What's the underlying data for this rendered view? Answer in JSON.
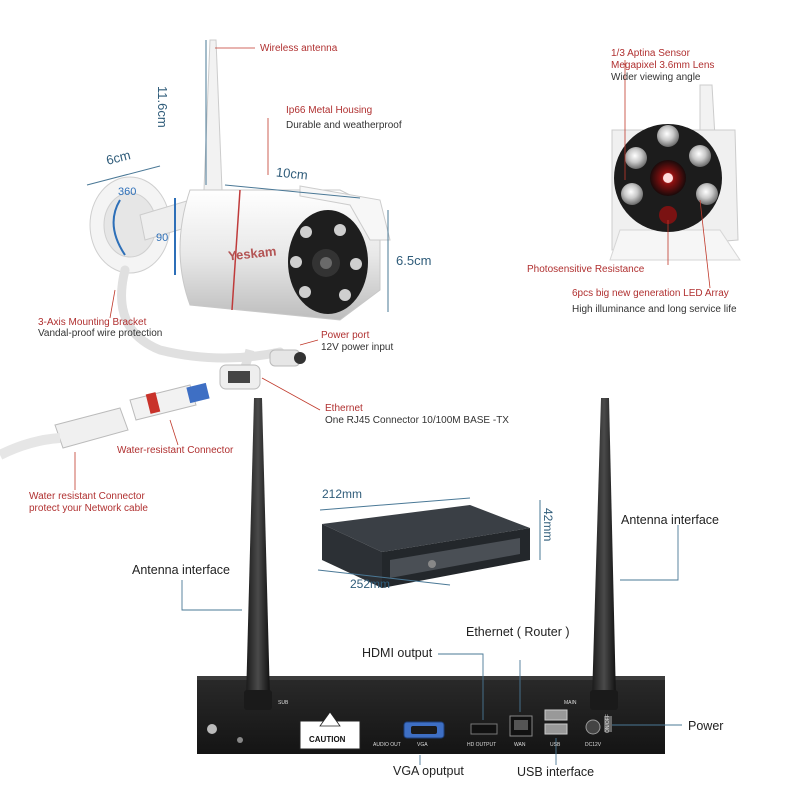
{
  "camera": {
    "brand": "Yeskam",
    "dim_height": "11.6cm",
    "dim_depth": "6cm",
    "dim_length": "10cm",
    "dim_diameter": "6.5cm",
    "angle_360": "360",
    "angle_90": "90",
    "wireless_antenna": "Wireless antenna",
    "housing_title": "Ip66 Metal Housing",
    "housing_desc": "Durable and weatherproof",
    "bracket_title": "3-Axis Mounting Bracket",
    "bracket_desc": "Vandal-proof wire protection",
    "power_title": "Power port",
    "power_desc": "12V power input",
    "ethernet_title": "Ethernet",
    "ethernet_desc": "One RJ45 Connector 10/100M BASE -TX",
    "water_conn": "Water-resistant Connector",
    "water_conn2_title": "Water resistant Connector",
    "water_conn2_desc": "protect your Network cable"
  },
  "front_view": {
    "sensor_line1": "1/3 Aptina Sensor",
    "sensor_line2": "Megapixel 3.6mm Lens",
    "sensor_desc": "Wider viewing angle",
    "photosensitive": "Photosensitive Resistance",
    "led_title": "6pcs big new generation LED Array",
    "led_desc": "High illuminance and long service life"
  },
  "nvr_box": {
    "dim_width": "212mm",
    "dim_length": "252mm",
    "dim_height": "42mm"
  },
  "nvr_rear": {
    "antenna_left": "Antenna interface",
    "antenna_right": "Antenna interface",
    "ethernet_router": "Ethernet ( Router )",
    "hdmi_output": "HDMI output",
    "power": "Power",
    "vga_output": "VGA oputput",
    "usb_interface": "USB interface",
    "caution": "CAUTION",
    "port_audio": "AUDIO OUT",
    "port_vga": "VGA",
    "port_hdmi": "HD OUTPUT",
    "port_wan": "WAN",
    "port_usb": "USB",
    "port_dc": "DC12V",
    "port_main": "MAIN",
    "port_sub": "SUB",
    "port_onoff": "ON/OFF"
  }
}
